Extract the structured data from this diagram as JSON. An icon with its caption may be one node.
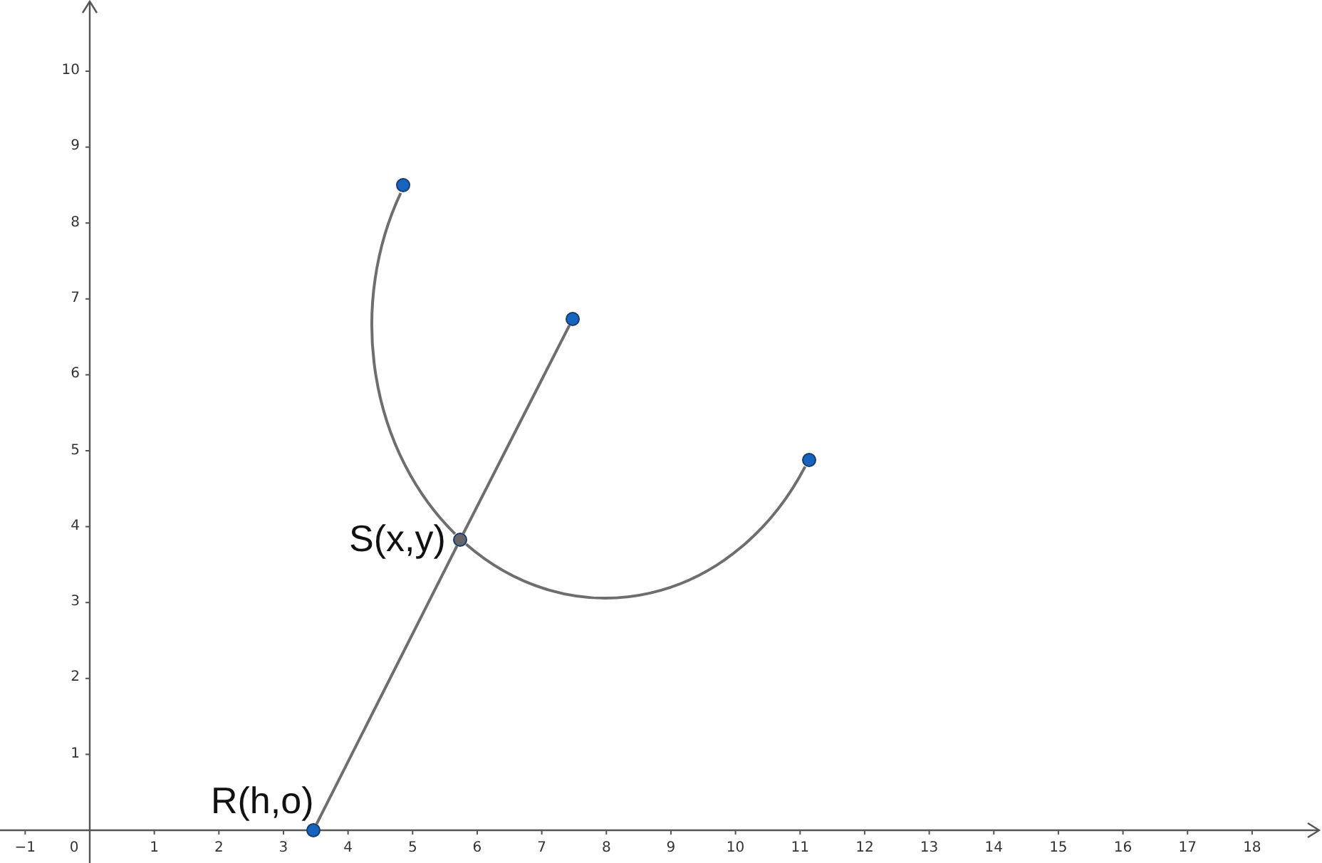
{
  "diagram": {
    "nodes": [
      {
        "text": [],
        "shape": "circle",
        "beside": [
          "R(h,o)"
        ]
      },
      {
        "text": [],
        "shape": "circle",
        "beside": [
          "S(x,y)"
        ]
      },
      {
        "text": [],
        "shape": "circle"
      },
      {
        "text": [],
        "shape": "circle"
      },
      {
        "text": [],
        "shape": "circle"
      }
    ],
    "edges": [
      {
        "from": 0,
        "to": 1,
        "arrow": "none"
      },
      {
        "from": 1,
        "to": 2,
        "arrow": "none"
      },
      {
        "from": 3,
        "to": 1,
        "arrow": "none"
      },
      {
        "from": 1,
        "to": 4,
        "arrow": "none"
      }
    ],
    "labels": [
      "−1",
      "0",
      "1",
      "2",
      "3",
      "4",
      "5",
      "6",
      "7",
      "8",
      "9",
      "10",
      "11",
      "12",
      "13",
      "14",
      "15",
      "16",
      "17",
      "18",
      "1",
      "2",
      "3",
      "4",
      "5",
      "6",
      "7",
      "8",
      "9",
      "10"
    ]
  }
}
